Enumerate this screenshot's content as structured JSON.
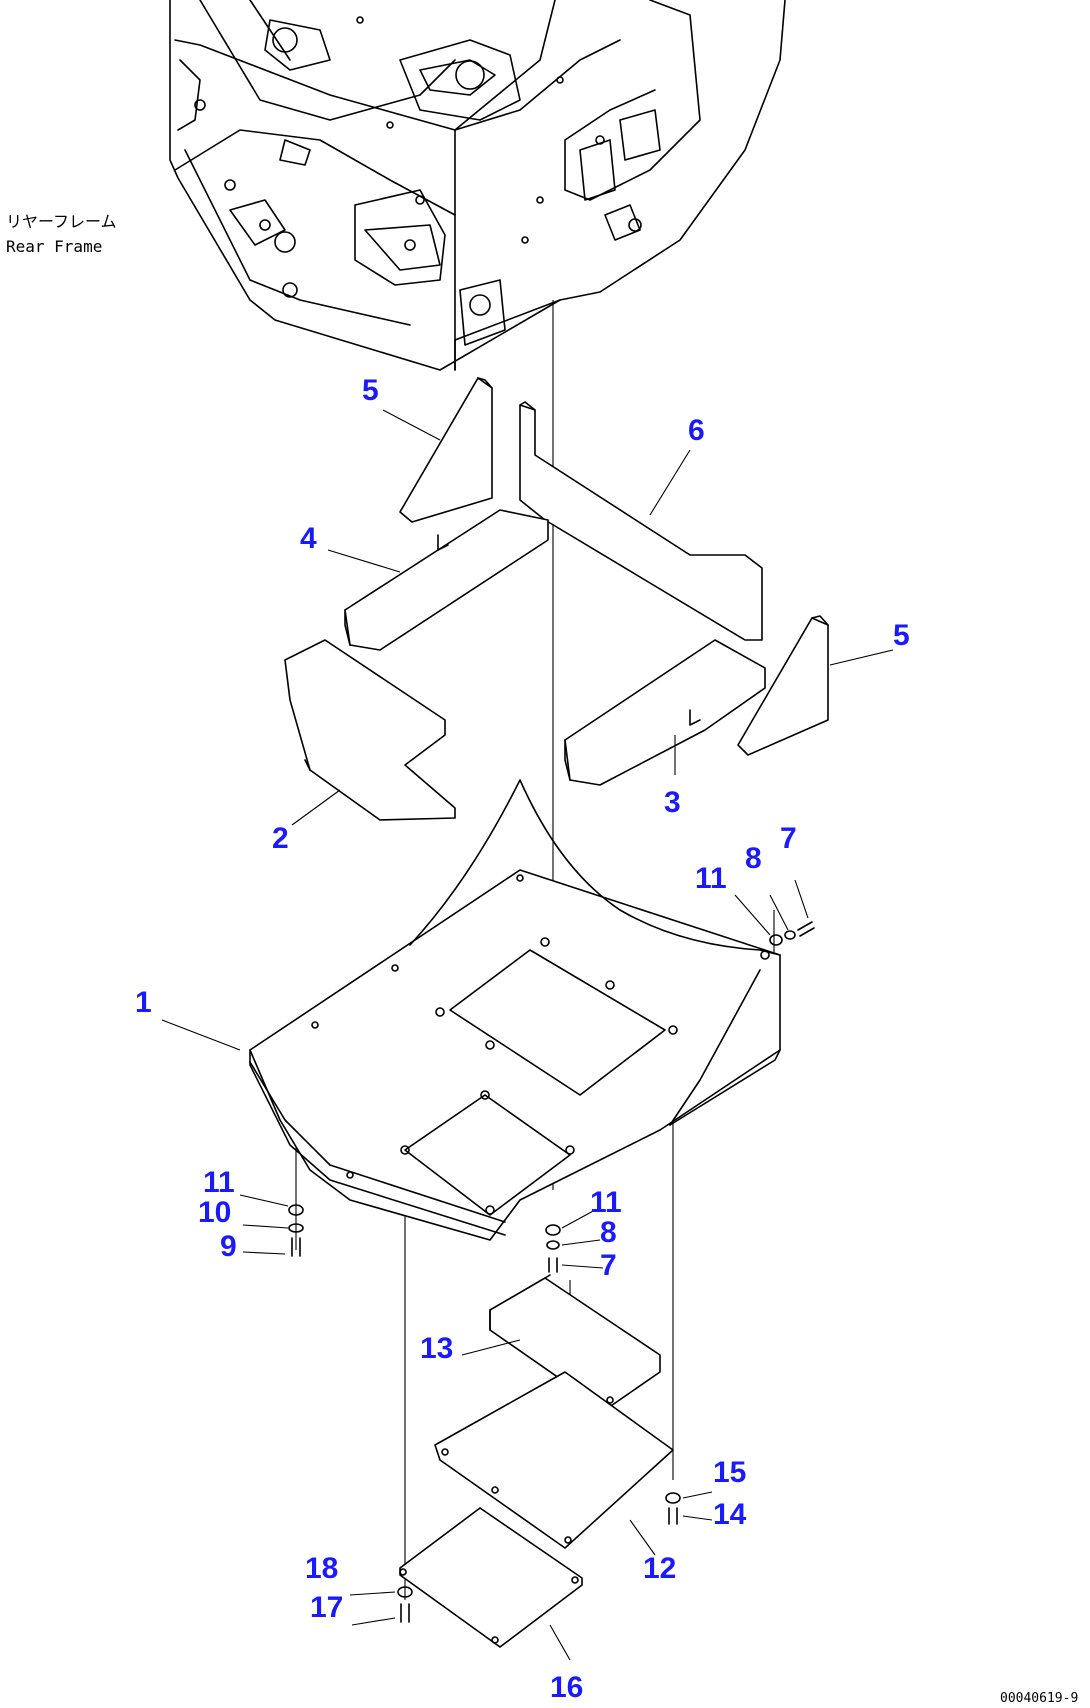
{
  "diagram": {
    "frame_label_jp": "リヤーフレーム",
    "frame_label_en": "Rear Frame",
    "doc_id": "00040619-9"
  },
  "callouts": {
    "c1": "1",
    "c2": "2",
    "c3": "3",
    "c4": "4",
    "c5a": "5",
    "c5b": "5",
    "c6": "6",
    "c7a": "7",
    "c8a": "8",
    "c11a": "11",
    "c11b": "11",
    "c10": "10",
    "c9": "9",
    "c11c": "11",
    "c8b": "8",
    "c7b": "7",
    "c13": "13",
    "c15": "15",
    "c14": "14",
    "c12": "12",
    "c18": "18",
    "c17": "17",
    "c16": "16"
  },
  "colors": {
    "callout": "#1a1aff",
    "line": "#000000",
    "background": "#ffffff"
  }
}
